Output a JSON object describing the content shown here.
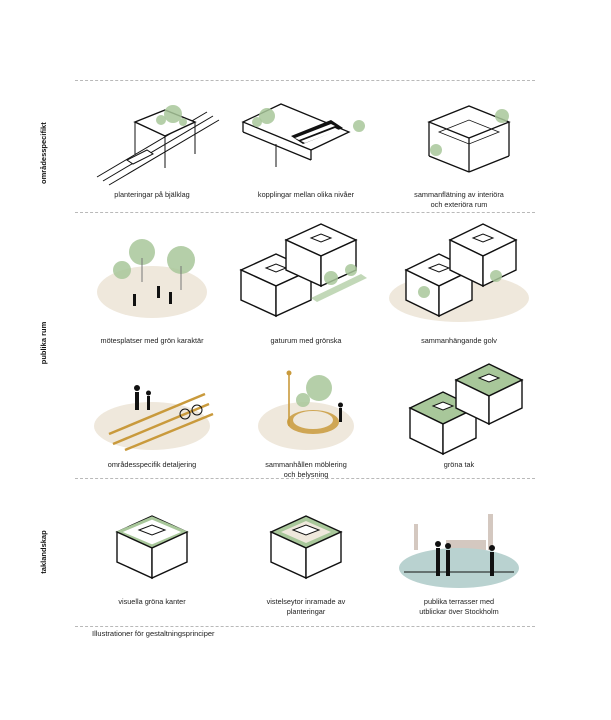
{
  "sections": {
    "s1": "områdesspecifikt",
    "s2": "publika rum",
    "s3": "taklandskap"
  },
  "captions": {
    "c1": "planteringar på bjälklag",
    "c2": "kopplingar mellan olika nivåer",
    "c3a": "sammanflätning av interiöra",
    "c3b": "och exteriöra rum",
    "c4": "mötesplatser med grön karaktär",
    "c5": "gaturum med grönska",
    "c6": "sammanhängande golv",
    "c7": "områdesspecifik detaljering",
    "c8a": "sammanhållen möblering",
    "c8b": "och belysning",
    "c9": "gröna tak",
    "c10": "visuella gröna kanter",
    "c11a": "vistelseytor inramade av",
    "c11b": "planteringar",
    "c12a": "publika terrasser med",
    "c12b": "utblickar över Stockholm"
  },
  "footer": "Illustrationer för gestaltningsprinciper",
  "colors": {
    "green": "#a8c79a",
    "green_dark": "#7fa36f",
    "sand": "#efe8dc",
    "ochre": "#c99a3c",
    "water": "#b9d2d0",
    "line": "#111111"
  }
}
